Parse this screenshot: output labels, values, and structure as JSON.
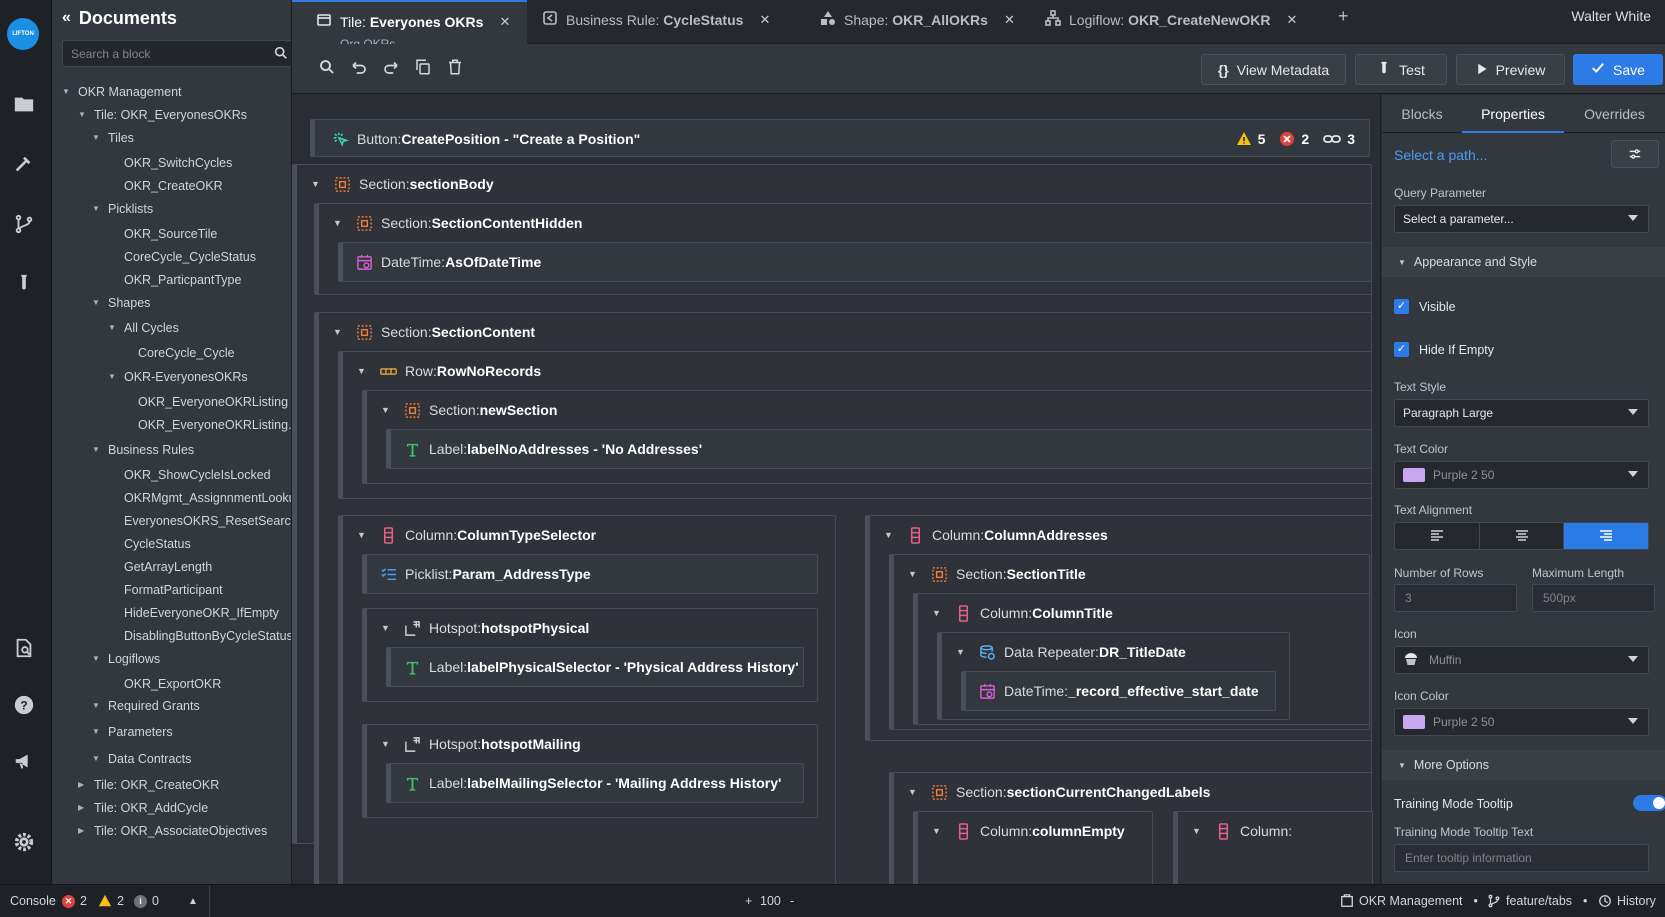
{
  "rail": {
    "logo": "LIFTON"
  },
  "sidebar": {
    "title": "Documents",
    "search_placeholder": "Search a block",
    "tree": [
      {
        "label": "OKR Management",
        "level": 0,
        "caret": "down"
      },
      {
        "label": "Tile: OKR_EveryonesOKRs",
        "level": 1,
        "caret": "down"
      },
      {
        "label": "Tiles",
        "level": 2,
        "caret": "down"
      },
      {
        "label": "OKR_SwitchCycles",
        "level": 3,
        "caret": ""
      },
      {
        "label": "OKR_CreateOKR",
        "level": 3,
        "caret": ""
      },
      {
        "label": "Picklists",
        "level": 2,
        "caret": "down"
      },
      {
        "label": "OKR_SourceTile",
        "level": 3,
        "caret": ""
      },
      {
        "label": "CoreCycle_CycleStatus",
        "level": 3,
        "caret": ""
      },
      {
        "label": "OKR_ParticpantType",
        "level": 3,
        "caret": ""
      },
      {
        "label": "Shapes",
        "level": 2,
        "caret": "down"
      },
      {
        "label": "All Cycles",
        "level": 3,
        "caret": "down"
      },
      {
        "label": "CoreCycle_Cycle",
        "level": 4,
        "caret": ""
      },
      {
        "label": "OKR-EveryonesOKRs",
        "level": 3,
        "caret": "down"
      },
      {
        "label": "OKR_EveryoneOKRListing",
        "level": 4,
        "caret": ""
      },
      {
        "label": "OKR_EveryoneOKRListing.Un",
        "level": 4,
        "caret": ""
      },
      {
        "label": "Business Rules",
        "level": 2,
        "caret": "down"
      },
      {
        "label": "OKR_ShowCycleIsLocked",
        "level": 3,
        "caret": ""
      },
      {
        "label": "OKRMgmt_AssignnmentLookup",
        "level": 3,
        "caret": ""
      },
      {
        "label": "EveryonesOKRS_ResetSearchLc",
        "level": 3,
        "caret": ""
      },
      {
        "label": "CycleStatus",
        "level": 3,
        "caret": ""
      },
      {
        "label": "GetArrayLength",
        "level": 3,
        "caret": ""
      },
      {
        "label": "FormatParticipant",
        "level": 3,
        "caret": ""
      },
      {
        "label": "HideEveryoneOKR_IfEmpty",
        "level": 3,
        "caret": ""
      },
      {
        "label": "DisablingButtonByCycleStatus",
        "level": 3,
        "caret": ""
      },
      {
        "label": "Logiflows",
        "level": 2,
        "caret": "down"
      },
      {
        "label": "OKR_ExportOKR",
        "level": 3,
        "caret": ""
      },
      {
        "label": "Required Grants",
        "level": 2,
        "caret": "down"
      },
      {
        "label": "Parameters",
        "level": 2,
        "caret": "down"
      },
      {
        "label": "Data Contracts",
        "level": 2,
        "caret": "down"
      },
      {
        "label": "Tile: OKR_CreateOKR",
        "level": 1,
        "caret": "right"
      },
      {
        "label": "Tile: OKR_AddCycle",
        "level": 1,
        "caret": "right"
      },
      {
        "label": "Tile: OKR_AssociateObjectives",
        "level": 1,
        "caret": "right"
      }
    ]
  },
  "tabs": [
    {
      "prefix": "Tile: ",
      "name": "Everyones OKRs",
      "sub": "Org OKRs",
      "active": true
    },
    {
      "prefix": "Business Rule: ",
      "name": "CycleStatus",
      "sub": "",
      "active": false
    },
    {
      "prefix": "Shape: ",
      "name": "OKR_AllOKRs",
      "sub": "",
      "active": false
    },
    {
      "prefix": "Logiflow: ",
      "name": "OKR_CreateNewOKR",
      "sub": "",
      "active": false
    }
  ],
  "tab_add": "+",
  "user": "Walter White",
  "toolbar": {
    "view_metadata": "View Metadata",
    "test": "Test",
    "preview": "Preview",
    "save": "Save",
    "metadata_glyph": "{}"
  },
  "canvas": {
    "top_block": {
      "type": "Button:",
      "name": "CreatePosition - \"Create a Position\"",
      "warnings": "5",
      "errors": "2",
      "links": "3"
    },
    "blocks": [
      {
        "type": "Section:",
        "name": "sectionBody",
        "icon": "section"
      },
      {
        "type": "Section:",
        "name": "SectionContentHidden",
        "icon": "section"
      },
      {
        "type": "DateTime:",
        "name": "AsOfDateTime",
        "icon": "datetime"
      },
      {
        "type": "Section:",
        "name": "SectionContent",
        "icon": "section"
      },
      {
        "type": "Row:",
        "name": "RowNoRecords",
        "icon": "row"
      },
      {
        "type": "Section:",
        "name": "newSection",
        "icon": "section"
      },
      {
        "type": "Label:",
        "name": "labelNoAddresses - 'No Addresses'",
        "icon": "label"
      },
      {
        "type": "Column:",
        "name": "ColumnTypeSelector",
        "icon": "column"
      },
      {
        "type": "Picklist:",
        "name": "Param_AddressType",
        "icon": "picklist"
      },
      {
        "type": "Hotspot:",
        "name": "hotspotPhysical",
        "icon": "hotspot"
      },
      {
        "type": "Label:",
        "name": "labelPhysicalSelector - 'Physical Address History'",
        "icon": "label"
      },
      {
        "type": "Hotspot:",
        "name": "hotspotMailing",
        "icon": "hotspot"
      },
      {
        "type": "Label:",
        "name": "labelMailingSelector - 'Mailing Address History'",
        "icon": "label"
      },
      {
        "type": "Column:",
        "name": "ColumnAddresses",
        "icon": "column"
      },
      {
        "type": "Section:",
        "name": "SectionTitle",
        "icon": "section"
      },
      {
        "type": "Column:",
        "name": "ColumnTitle",
        "icon": "column"
      },
      {
        "type": "Data Repeater:",
        "name": "DR_TitleDate",
        "icon": "repeater"
      },
      {
        "type": "DateTime:",
        "name": "_record_effective_start_date",
        "icon": "datetime"
      },
      {
        "type": "Section:",
        "name": "sectionCurrentChangedLabels",
        "icon": "section"
      },
      {
        "type": "Column:",
        "name": "columnEmpty",
        "icon": "column"
      },
      {
        "type": "Column:",
        "name": "",
        "icon": "column"
      }
    ]
  },
  "properties": {
    "tabs": [
      "Blocks",
      "Properties",
      "Overrides"
    ],
    "path": "Select a path...",
    "query_parameter_label": "Query Parameter",
    "query_parameter_value": "Select a parameter...",
    "appearance_section": "Appearance and Style",
    "visible_label": "Visible",
    "hide_if_empty_label": "Hide If Empty",
    "text_style_label": "Text Style",
    "text_style_value": "Paragraph Large",
    "text_color_label": "Text Color",
    "text_color_value": "Purple 2 50",
    "text_alignment_label": "Text Alignment",
    "number_rows_label": "Number of Rows",
    "number_rows_placeholder": "3",
    "max_length_label": "Maximum Length",
    "max_length_placeholder": "500px",
    "icon_label": "Icon",
    "icon_value": "Muffin",
    "icon_color_label": "Icon Color",
    "icon_color_value": "Purple 2 50",
    "more_options_section": "More Options",
    "training_tooltip_label": "Training Mode Tooltip",
    "training_tooltip_text_label": "Training Mode Tooltip Text",
    "training_tooltip_placeholder": "Enter tooltip information",
    "swatch_color": "#c8a7f0"
  },
  "status": {
    "console": "Console",
    "errors": "2",
    "warnings": "2",
    "info": "0",
    "zoom_plus": "+",
    "zoom": "100",
    "zoom_minus": "-",
    "project": "OKR Management",
    "branch": "feature/tabs",
    "history": "History"
  }
}
